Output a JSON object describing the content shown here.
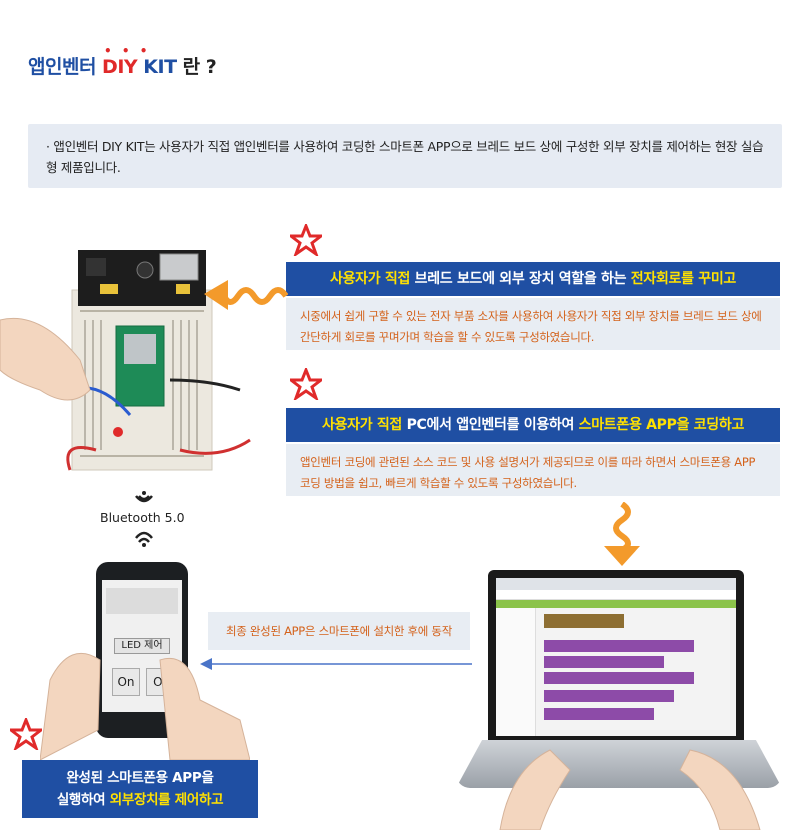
{
  "title": {
    "part1": "앱인벤터 ",
    "part2": "DIY",
    "part3": " KIT",
    "part4": " 란 ?",
    "dots": "• • •"
  },
  "intro": {
    "bullet": "·",
    "text": "앱인벤터 DIY KIT는 사용자가 직접 앱인벤터를 사용하여 코딩한 스마트폰 APP으로 브레드 보드 상에 구성한 외부 장치를 제어하는 현장 실습형 제품입니다."
  },
  "feature1": {
    "prefix_hl": "사용자가 직접",
    "mid": " 브레드 보드에 외부 장치 역할을 하는 ",
    "suffix_hl": "전자회로를 꾸미고",
    "desc_line1": "시중에서 쉽게 구할 수 있는 전자 부품 소자를 사용하여 사용자가 직접 외부 장치를 브레드 보드 상에",
    "desc_line2": "간단하게 회로를 꾸며가며 학습을 할 수 있도록 구성하였습니다."
  },
  "feature2": {
    "prefix_hl": "사용자가 직접",
    "mid": " PC에서 앱인벤터를 이용하여 ",
    "suffix_hl": "스마트폰용 APP을 코딩하고",
    "desc_line1": "앱인벤터 코딩에 관련된 소스 코드 및 사용 설명서가 제공되므로 이를 따라 하면서 스마트폰용 APP",
    "desc_line2": "코딩 방법을 쉽고, 빠르게 학습할 수 있도록 구성하였습니다."
  },
  "bluetooth": {
    "label": "Bluetooth 5.0"
  },
  "transfer": {
    "text": "최종 완성된 APP은 스마트폰에 설치한 후에 동작"
  },
  "phone": {
    "led_label": "LED 제어",
    "on_label": "On",
    "off_label": "Of"
  },
  "bottom": {
    "line1": "완성된 스마트폰용 APP을",
    "line2_prefix": "실행하여 ",
    "line2_hl": "외부장치를 제어하고"
  },
  "colors": {
    "brand_blue": "#1f4fa3",
    "accent_red": "#e02a2a",
    "highlight_yellow": "#ffe100",
    "orange_text": "#d4621b",
    "arrow_orange": "#f39a2b"
  }
}
